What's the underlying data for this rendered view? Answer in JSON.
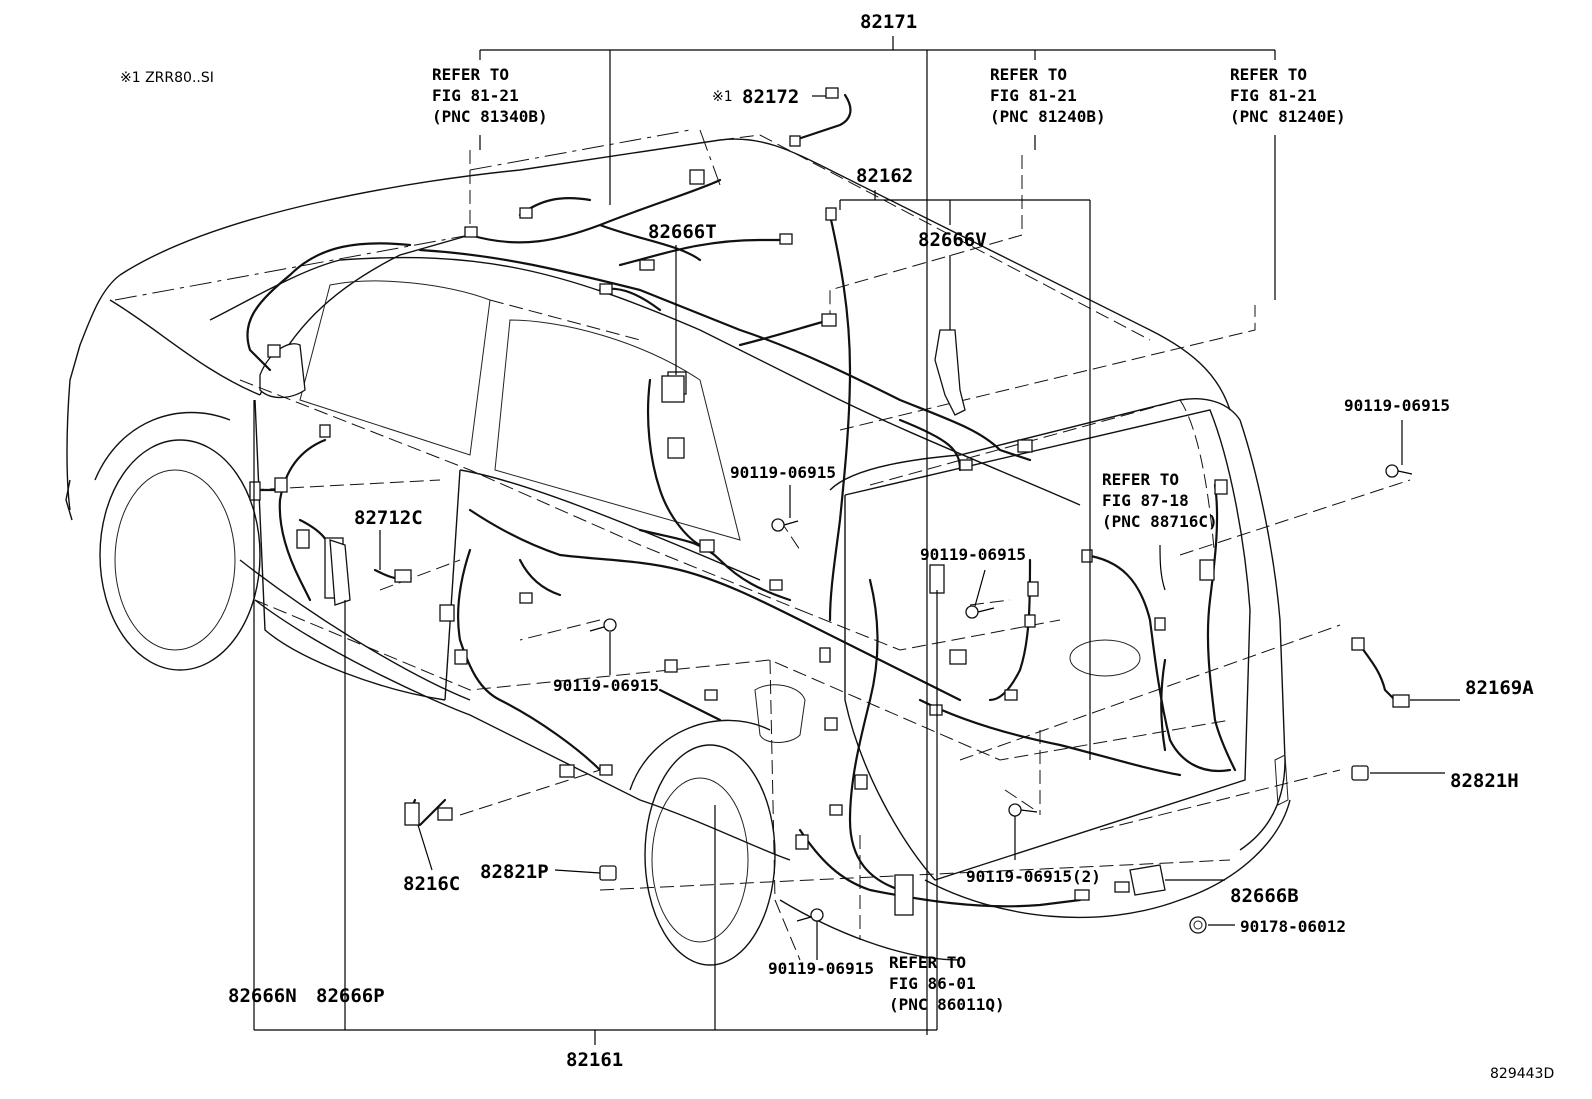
{
  "note": {
    "variant": "※1 ZRR80..SI"
  },
  "figure_code": "829443D",
  "parts": {
    "p82171": "82171",
    "p82172": "82172",
    "p82172_mark": "※1",
    "p82162": "82162",
    "p82666T": "82666T",
    "p82666V": "82666V",
    "p82712C": "82712C",
    "p82169A": "82169A",
    "p82821H": "82821H",
    "p82666B": "82666B",
    "p8216C": "8216C",
    "p82821P": "82821P",
    "p82666N": "82666N",
    "p82666P": "82666P",
    "p82161": "82161"
  },
  "bolts": {
    "b1": "90119-06915",
    "b2": "90119-06915",
    "b3": "90119-06915",
    "b4": "90119-06915",
    "b5": "90119-06915(2)",
    "b6": "90119-06915",
    "nut": "90178-06012"
  },
  "refs": [
    {
      "line1": "REFER TO",
      "line2": "FIG 81-21",
      "line3": "(PNC 81340B)"
    },
    {
      "line1": "REFER TO",
      "line2": "FIG 81-21",
      "line3": "(PNC 81240B)"
    },
    {
      "line1": "REFER TO",
      "line2": "FIG 81-21",
      "line3": "(PNC 81240E)"
    },
    {
      "line1": "REFER TO",
      "line2": "FIG 87-18",
      "line3": "(PNC 88716C)"
    },
    {
      "line1": "REFER TO",
      "line2": "FIG 86-01",
      "line3": "(PNC 86011Q)"
    }
  ]
}
